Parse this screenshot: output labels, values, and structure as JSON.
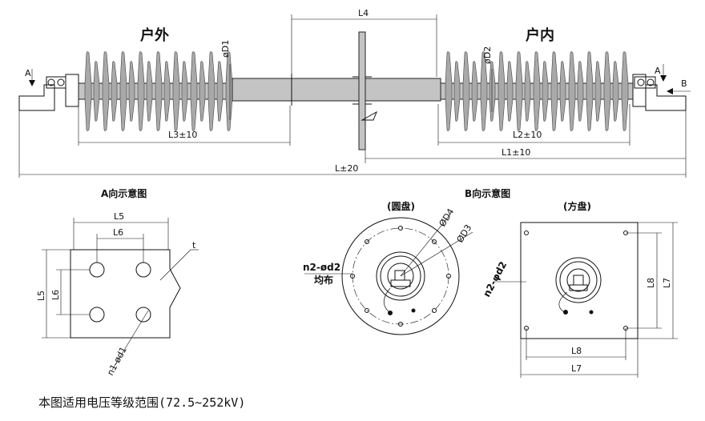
{
  "top_view": {
    "outdoor_label": "户外",
    "indoor_label": "户内",
    "dims": {
      "L4": "L4",
      "D1": "øD1",
      "D2": "øD2",
      "L3": "L3±10",
      "L2": "L2±10",
      "L1": "L1±10",
      "L": "L±20"
    },
    "arrows": {
      "A_left": "A",
      "A_right": "A",
      "B": "B"
    }
  },
  "view_a": {
    "title": "A向示意图",
    "L5": "L5",
    "L6": "L6",
    "t": "t",
    "hole": "n1-ød1"
  },
  "view_b": {
    "title": "B向示意图",
    "round": {
      "title": "(圆盘)",
      "D4": "ØD4",
      "D3": "ØD3",
      "holes": "n2-ød2",
      "even": "均布"
    },
    "square": {
      "title": "(方盘)",
      "holes": "n2-φd2",
      "L8": "L8",
      "L7": "L7"
    }
  },
  "note": "本图适用电压等级范围(72.5~252kV)"
}
